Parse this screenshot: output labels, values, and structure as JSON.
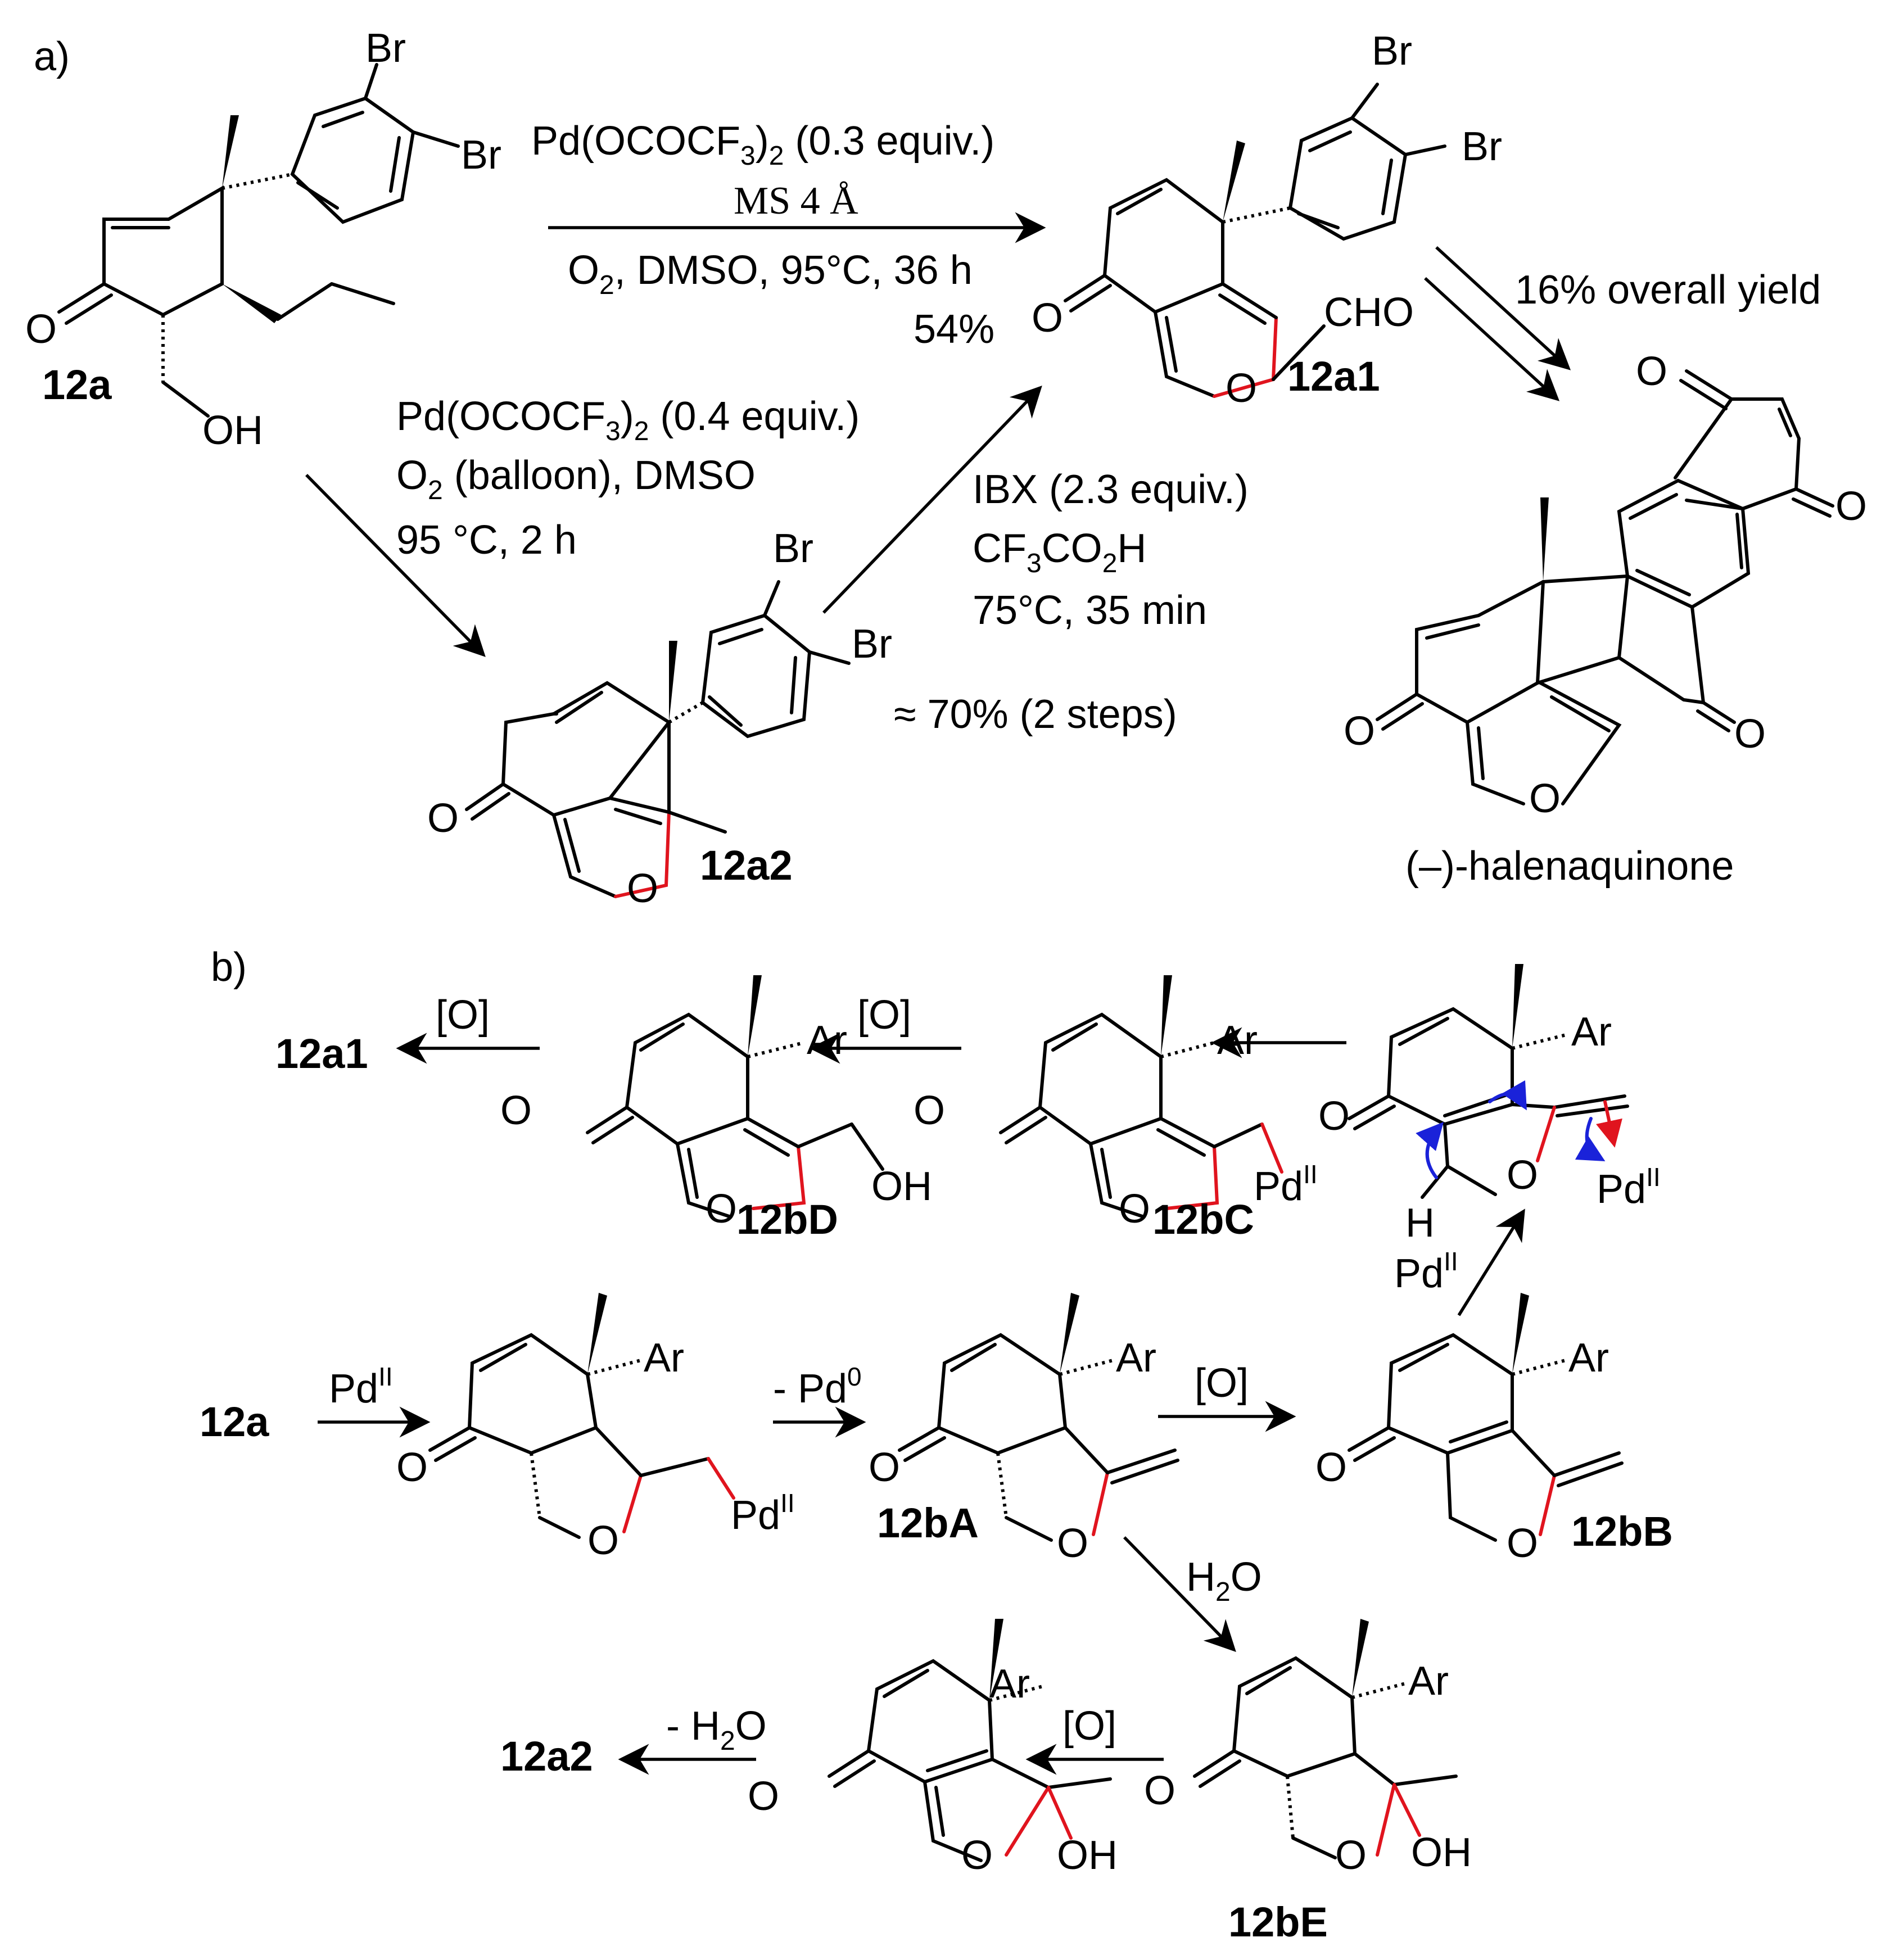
{
  "panels": {
    "a": "a)",
    "b": "b)"
  },
  "atoms": {
    "O": "O",
    "Br": "Br",
    "OH": "OH",
    "CHO": "CHO",
    "H": "H",
    "Ar": "Ar"
  },
  "compounds": {
    "c12a": "12a",
    "c12a1": "12a1",
    "c12a2": "12a2",
    "c12bA": "12bA",
    "c12bB": "12bB",
    "c12bC": "12bC",
    "c12bD": "12bD",
    "c12bE": "12bE",
    "halenaquinone": "(–)-halenaquinone"
  },
  "conditions": {
    "top_reagent": "Pd(OCOCF",
    "top_reagent_sub": "3",
    "top_reagent_close": ")",
    "top_reagent_sub2": "2",
    "top_reagent_amount": " (0.3 equiv.)",
    "top_ms": "MS 4 Å",
    "top_o2": "O",
    "top_o2_sub": "2",
    "top_rest": ", DMSO, 95°C, 36 h",
    "top_yield": "54%",
    "left_reagent": "Pd(OCOCF",
    "left_reagent_sub": "3",
    "left_reagent_close": ")",
    "left_reagent_sub2": "2",
    "left_reagent_amount": " (0.4 equiv.)",
    "left_o2": "O",
    "left_o2_sub": "2",
    "left_rest": " (balloon), DMSO",
    "left_temp": "95 °C, 2 h",
    "ibx": "IBX (2.3 equiv.)",
    "tfa_a": "CF",
    "tfa_sub1": "3",
    "tfa_b": "CO",
    "tfa_sub2": "2",
    "tfa_c": "H",
    "ibx_temp": "75°C, 35 min",
    "two_step_yield": "≈ 70% (2 steps)",
    "overall_yield": "16% overall yield",
    "ox": "[O]",
    "pd": "Pd",
    "pd_sup": "II",
    "minus_pd": "- Pd",
    "minus_pd_sup": "0",
    "h2o": "H",
    "h2o_sub": "2",
    "h2o_b": "O",
    "minus_h2o": "- H",
    "minus_h2o_sub": "2",
    "minus_h2o_b": "O"
  }
}
